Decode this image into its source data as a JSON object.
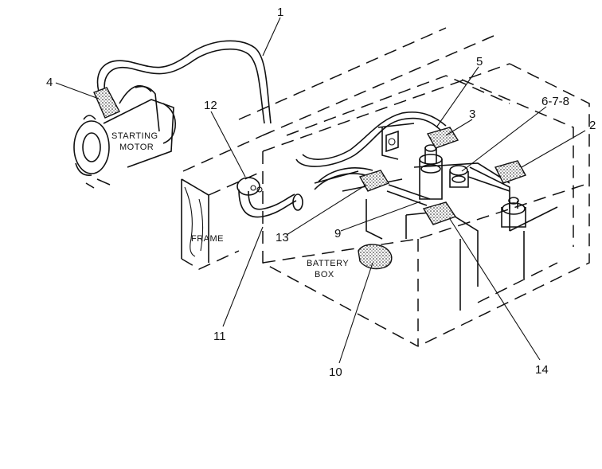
{
  "diagram": {
    "labels": {
      "starting_motor_line1": "STARTING",
      "starting_motor_line2": "MOTOR",
      "frame": "FRAME",
      "battery_box_line1": "BATTERY",
      "battery_box_line2": "BOX"
    },
    "callouts": [
      "1",
      "2",
      "3",
      "4",
      "5",
      "6-7-8",
      "9",
      "10",
      "11",
      "12",
      "13",
      "14"
    ]
  }
}
